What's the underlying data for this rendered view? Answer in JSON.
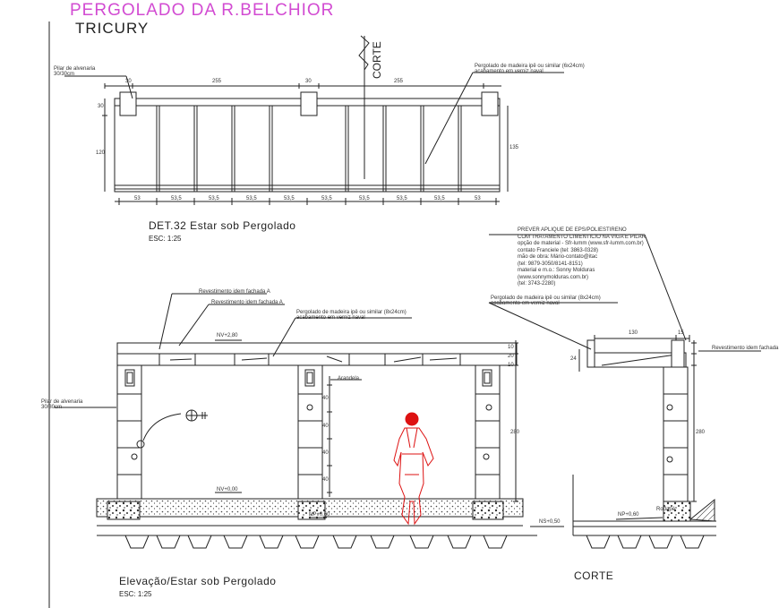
{
  "title": "PERGOLADO DA R.BELCHIOR",
  "subtitle": "TRICURY",
  "plan": {
    "corte_mark": "CORTE",
    "pilar_note": "Pilar de alvenaria\n30/30cm",
    "pergolado_note": "Pergolado de madeira ipê ou similar (6x24cm)\nacabamento em verniz naval",
    "top_dims": [
      "30",
      "255",
      "30",
      "255"
    ],
    "side_dims": [
      "30",
      "120",
      "135"
    ],
    "bottom_dims": [
      "53",
      "53,5",
      "53,5",
      "53,5",
      "53,5",
      "53,5",
      "53,5",
      "53,5",
      "53,5",
      "53"
    ],
    "detail_title": "DET.32   Estar sob Pergolado",
    "detail_scale": "ESC: 1:25"
  },
  "elevation": {
    "note_revest_a": "Revestimento idem fachada A",
    "note_revest_b": "Revestimento idem fachada A",
    "note_pergolado": "Pergolado de madeira ipê ou similar (8x24cm)\nacabamento em verniz naval",
    "note_arandela": "Arandela",
    "pilar_note": "Pilar de alvenaria\n30/30cm",
    "level_top": "NV+2,80",
    "level_mid": "NV+0,00",
    "level_np": "NP+0,60",
    "level_ns": "NS+0,50",
    "dims_right": [
      "10",
      "20",
      "10"
    ],
    "dim_height": "280",
    "dims_col": [
      "40",
      "40",
      "40",
      "40"
    ],
    "caption": "Elevação/Estar sob Pergolado",
    "scale": "ESC: 1:25"
  },
  "corte": {
    "prever_note": "PREVER APLIQUE DE EPS/POLIESTIRENO\nCOM TRATAMENTO CIMENTICIO NA VIGA E PILAR\nopção de material - Sfr-lumm (www.sfr-lumm.com.br)\ncontato Franciele (tel: 3863-0328)\nmão de obra: Mário-contato@itac\n(tel: 9879-3050/8141-8151)\nmaterial e m.o.: Sonny Molduras\n(www.sonnymolduras.com.br)\n(tel: 3743-2280)",
    "pergolado_note": "Pergolado de madeira ipê ou similar (8x24cm)\nacabamento em verniz naval",
    "revest_note": "Revestimento idem fachada",
    "dim_130": "130",
    "dim_15": "15",
    "dim_24": "24",
    "dim_280": "280",
    "level_np": "NP+0,60",
    "rodape": "Rodapé",
    "caption": "CORTE"
  },
  "colors": {
    "title": "#d24bd2",
    "person": "#dd1111",
    "line": "#222222"
  }
}
